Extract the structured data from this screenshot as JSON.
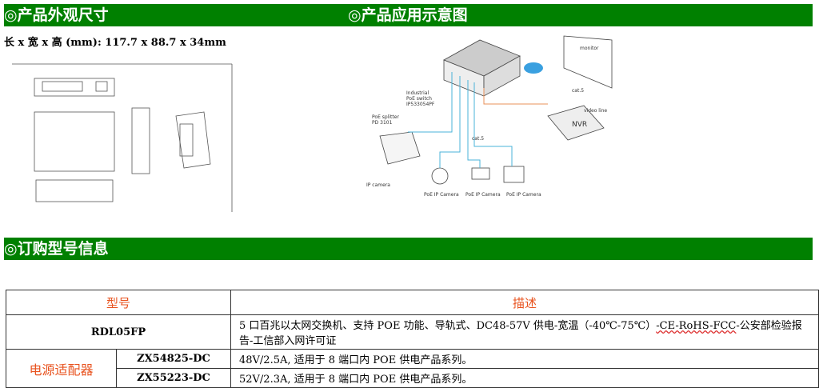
{
  "section_dimensions": {
    "title": "◎产品外观尺寸",
    "dims_text": "长 x 宽 x 高 (mm): 117.7 x 88.7 x 34mm"
  },
  "section_application": {
    "title": "◎产品应用示意图",
    "labels": {
      "switch": [
        "Industrial",
        "PoE switch",
        "IP533054PF"
      ],
      "splitter": [
        "PoE splitter",
        "PD 3101"
      ],
      "cat5": "cat.5",
      "cat5b": "cat.5",
      "nvr": "NVR",
      "video": "video line",
      "monitor": "monitor",
      "ipcam": "IP camera",
      "cams": [
        "PoE IP Camera",
        "PoE IP Camera",
        "PoE IP Camera"
      ]
    }
  },
  "section_order": {
    "title": "◎订购型号信息",
    "table": {
      "headers": [
        "型号",
        "描述"
      ],
      "rows": [
        {
          "model": "RDL05FP",
          "desc": "5 口百兆以太网交换机、支持 POE 功能、导轨式、DC48-57V 供电-宽温（-40℃-75℃）",
          "desc_marked": "-CE-RoHS-FCC",
          "desc_end": "-公安部检验报告-工信部入网许可证"
        }
      ],
      "adapter_label": "电源适配器",
      "adapters": [
        {
          "model": "ZX54825-DC",
          "desc": "48V/2.5A, 适用于 8 端口内 POE 供电产品系列。"
        },
        {
          "model": "ZX55223-DC",
          "desc": "52V/2.3A, 适用于 8 端口内 POE 供电产品系列。"
        }
      ]
    }
  }
}
